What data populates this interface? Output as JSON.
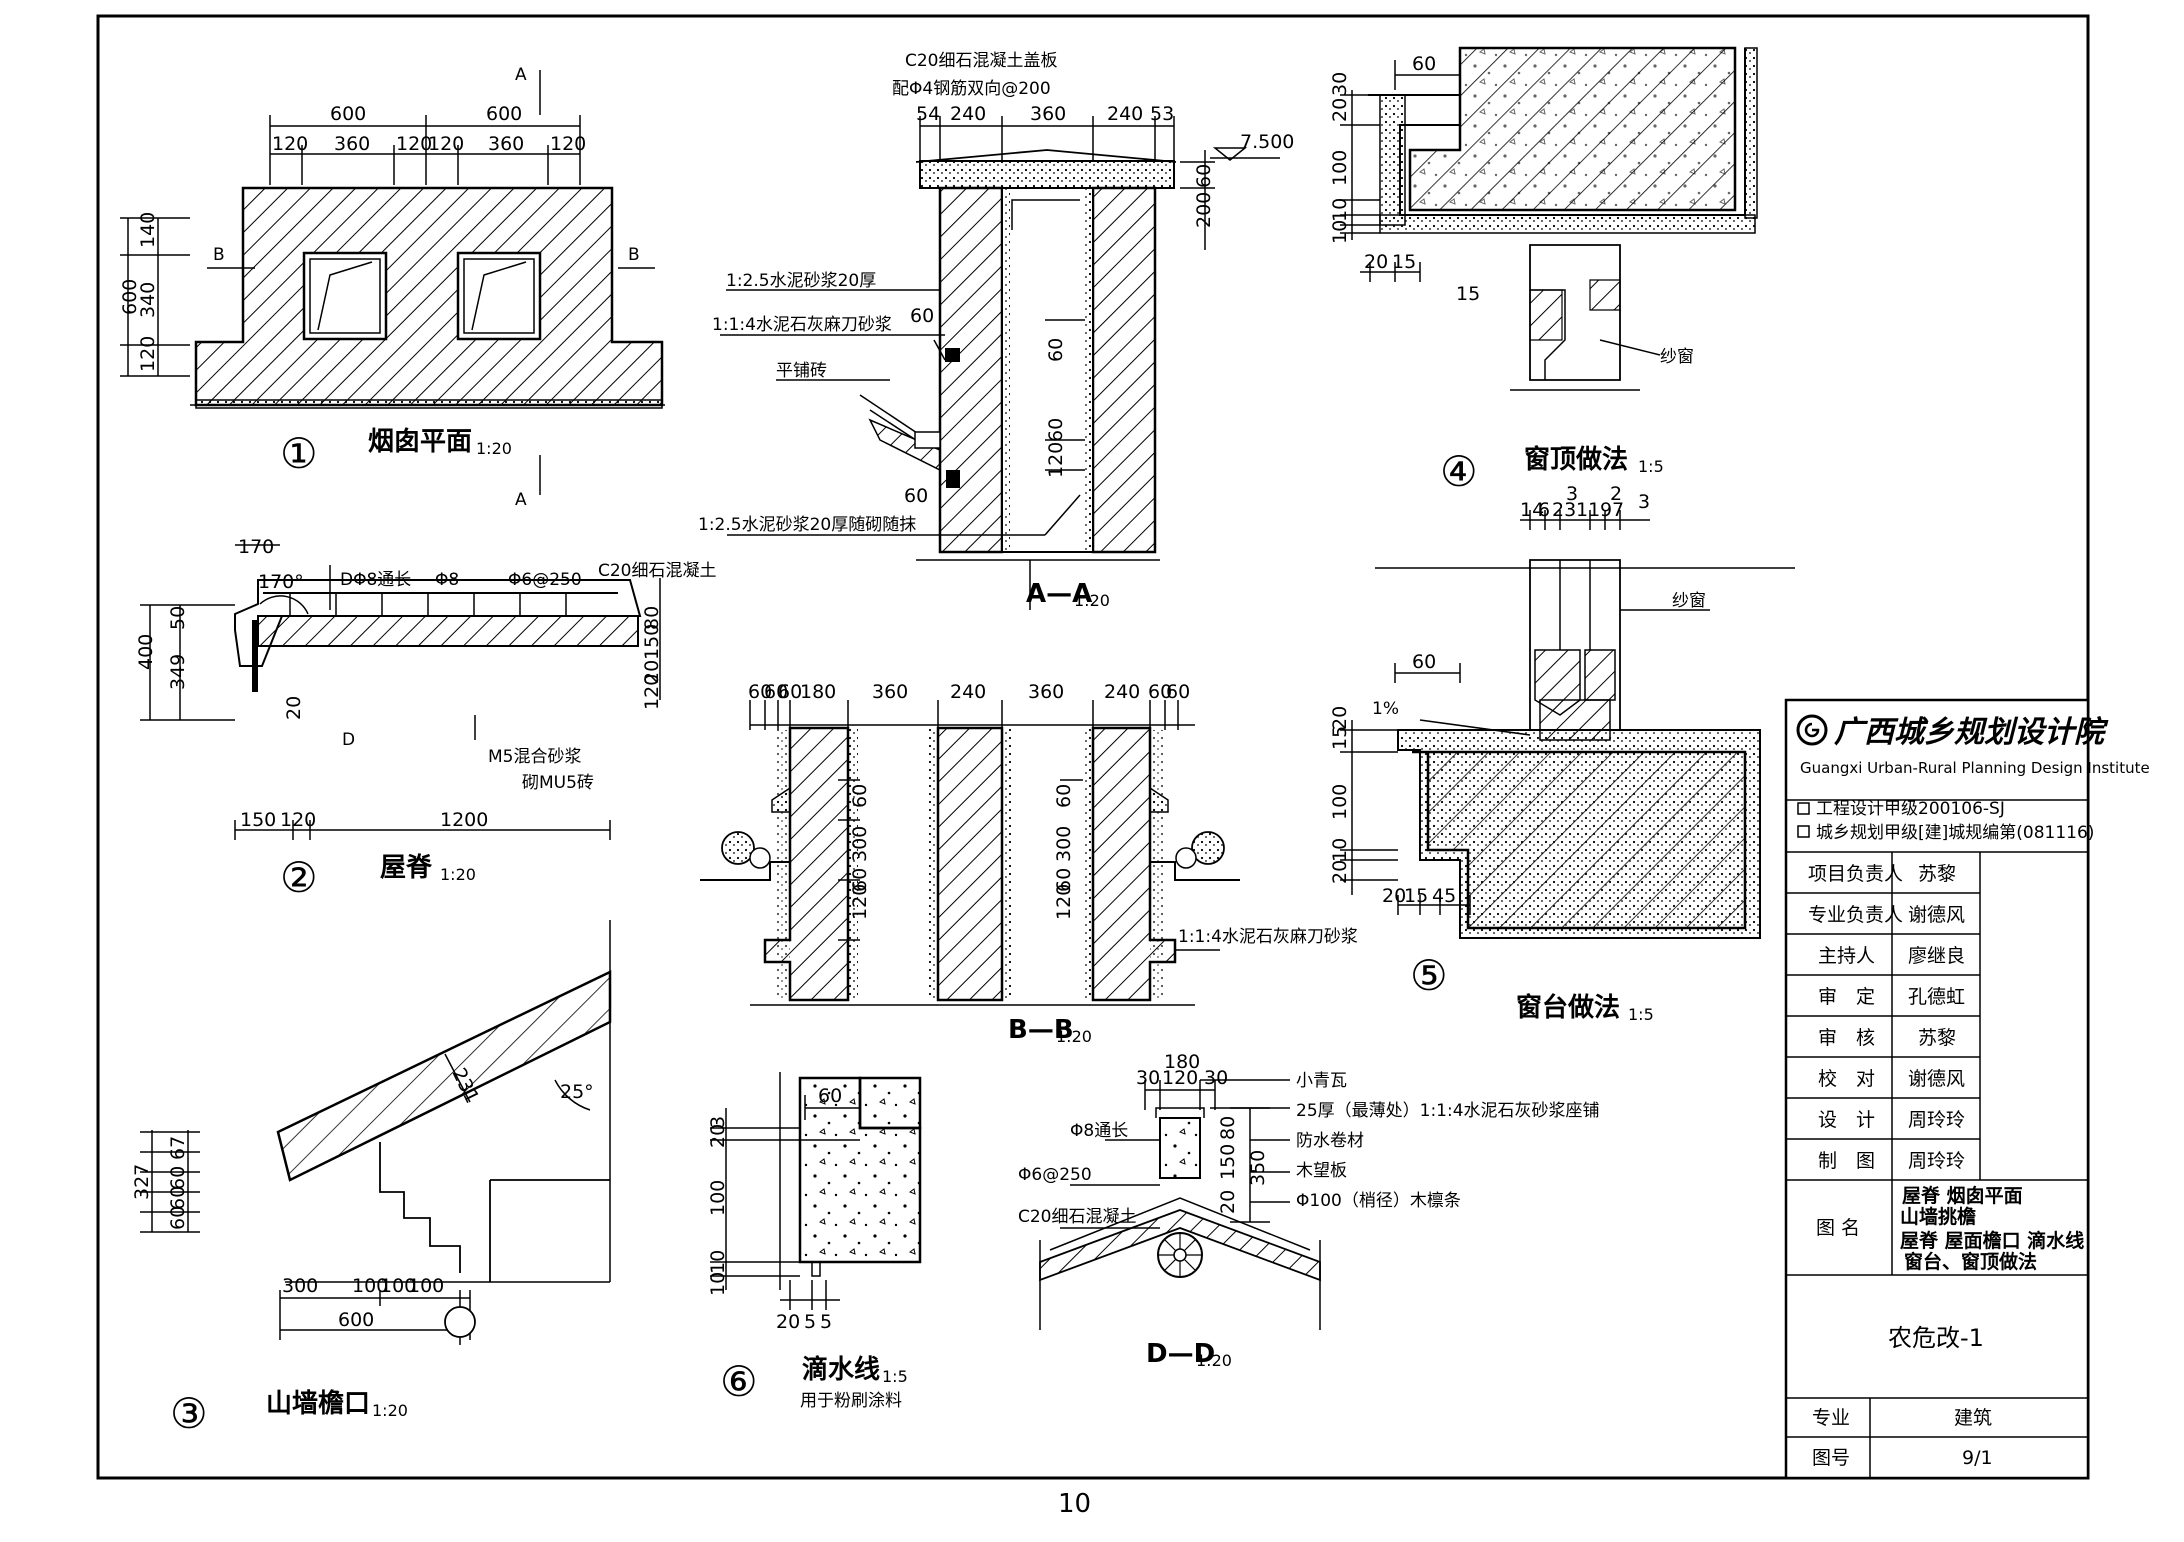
{
  "page_number": "10",
  "details": {
    "d1": {
      "number": "①",
      "title": "烟囱平面",
      "scale": "1:20",
      "section_marks": [
        "A",
        "A",
        "B",
        "B"
      ],
      "dims_top_overall": [
        "600",
        "600"
      ],
      "dims_top_parts": [
        "120",
        "360",
        "120",
        "120",
        "360",
        "120"
      ],
      "dims_left_overall": "600",
      "dims_left_parts": [
        "140",
        "340",
        "120"
      ]
    },
    "d2": {
      "number": "②",
      "title": "屋脊",
      "scale": "1:20",
      "dims": [
        "170",
        "170°",
        "400",
        "50",
        "349",
        "120",
        "150",
        "80",
        "20",
        "20",
        "150",
        "120",
        "1200"
      ],
      "rebar": [
        "DΦ8通长",
        "Φ8",
        "Φ6@250"
      ],
      "notes": [
        "C20细石混凝土",
        "M5混合砂浆",
        "砌MU5砖"
      ],
      "section_mark": "D"
    },
    "d3": {
      "number": "③",
      "title": "山墙檐口",
      "scale": "1:20",
      "dims": [
        "231",
        "25°",
        "327",
        "60",
        "60",
        "60",
        "67",
        "300",
        "100",
        "100",
        "100",
        "600"
      ]
    },
    "aa": {
      "title": "A—A",
      "scale": "1:20",
      "notes": [
        "C20细石混凝土盖板",
        "配Φ4钢筋双向@200",
        "1:2.5水泥砂浆20厚",
        "1:1:4水泥石灰麻刀砂浆",
        "平铺砖",
        "1:2.5水泥砂浆20厚随砌随抹"
      ],
      "dims_top": [
        "54",
        "240",
        "360",
        "240",
        "53"
      ],
      "dims": [
        "200",
        "60",
        "60",
        "60",
        "120",
        "60",
        "120",
        "60",
        "60"
      ],
      "elevation": "7.500"
    },
    "bb": {
      "title": "B—B",
      "scale": "1:20",
      "dims_top": [
        "60",
        "60",
        "60",
        "180",
        "360",
        "240",
        "360",
        "240",
        "60",
        "60"
      ],
      "dims": [
        "60",
        "300",
        "120",
        "60",
        "60",
        "300",
        "120",
        "60"
      ],
      "note": "1:1:4水泥石灰麻刀砂浆"
    },
    "dd": {
      "title": "D—D",
      "scale": "1:20",
      "dims_top": [
        "180",
        "30",
        "120",
        "30"
      ],
      "dims": [
        "350",
        "20",
        "150",
        "80"
      ],
      "left_notes": [
        "Φ8通长",
        "Φ6@250",
        "C20细石混凝土"
      ],
      "layers": [
        "小青瓦",
        "25厚（最薄处）1:1:4水泥石灰砂浆座铺",
        "防水卷材",
        "木望板",
        "Φ100（梢径）木檩条"
      ]
    },
    "d4": {
      "number": "④",
      "title": "窗顶做法",
      "scale": "1:5",
      "dims": [
        "60",
        "20",
        "30",
        "100",
        "10",
        "10",
        "20",
        "15",
        "15"
      ],
      "note": "纱窗"
    },
    "d5": {
      "number": "⑤",
      "title": "窗台做法",
      "scale": "1:5",
      "dims_top": [
        "14",
        "6",
        "23",
        "11",
        "9",
        "7",
        "3",
        "2",
        "3"
      ],
      "dims": [
        "60",
        "1%",
        "15",
        "20",
        "100",
        "10",
        "20",
        "20",
        "15",
        "45"
      ],
      "note": "纱窗"
    },
    "d6": {
      "number": "⑥",
      "title": "滴水线",
      "scale": "1:5",
      "note": "用于粉刷涂料",
      "dims": [
        "60",
        "20",
        "3",
        "100",
        "10",
        "10",
        "20",
        "5",
        "5"
      ]
    }
  },
  "title_block": {
    "institute_cn": "广西城乡规划设计院",
    "institute_en": "Guangxi Urban-Rural Planning Design Institute",
    "qualifications": [
      "工程设计甲级200106-SJ",
      "城乡规划甲级[建]城规编第(081116)"
    ],
    "rows": [
      {
        "label": "项目负责人",
        "value": "苏黎"
      },
      {
        "label": "专业负责人",
        "value": "谢德风"
      },
      {
        "label": "主持人",
        "value": "廖继良"
      },
      {
        "label": "审　定",
        "value": "孔德虹"
      },
      {
        "label": "审　核",
        "value": "苏黎"
      },
      {
        "label": "校　对",
        "value": "谢德风"
      },
      {
        "label": "设　计",
        "value": "周玲玲"
      },
      {
        "label": "制　图",
        "value": "周玲玲"
      }
    ],
    "drawing_name_label": "图 名",
    "drawing_name_lines": [
      "屋脊 烟囱平面",
      "山墙挑檐",
      "屋脊 屋面檐口 滴水线",
      "窗台、窗顶做法"
    ],
    "project": "农危改-1",
    "discipline_label": "专业",
    "discipline": "建筑",
    "sheet_label": "图号",
    "sheet": "9/1"
  }
}
